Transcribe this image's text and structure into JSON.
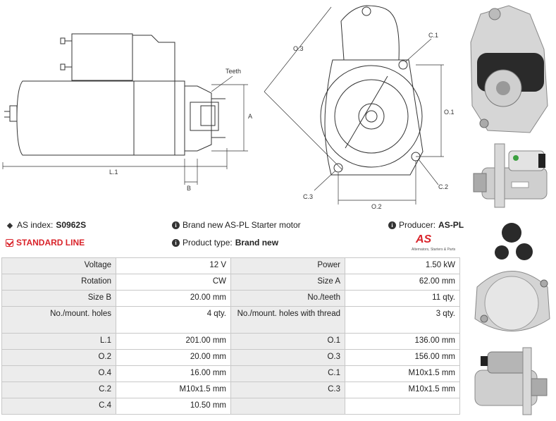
{
  "drawing": {
    "side_labels": {
      "teeth": "Teeth",
      "a": "A",
      "l1": "L.1",
      "b": "B"
    },
    "front_labels": {
      "o3": "O.3",
      "c1": "C.1",
      "o1": "O.1",
      "c3": "C.3",
      "c2": "C.2",
      "o2": "O.2"
    }
  },
  "info": {
    "as_index_label": "AS index:",
    "as_index_value": "S0962S",
    "standard_line": "STANDARD LINE",
    "description": "Brand new AS-PL Starter motor",
    "product_type_label": "Product type:",
    "product_type_value": "Brand new",
    "producer_label": "Producer:",
    "producer_value": "AS-PL"
  },
  "logo": {
    "mark": "AS",
    "tagline": "Alternators, Starters & Parts"
  },
  "specs": {
    "rows": [
      {
        "l1": "Voltage",
        "v1": "12 V",
        "l2": "Power",
        "v2": "1.50 kW"
      },
      {
        "l1": "Rotation",
        "v1": "CW",
        "l2": "Size A",
        "v2": "62.00 mm"
      },
      {
        "l1": "Size B",
        "v1": "20.00 mm",
        "l2": "No./teeth",
        "v2": "11 qty."
      },
      {
        "l1": "No./mount. holes",
        "v1": "4 qty.",
        "l2": "No./mount. holes with thread",
        "v2": "3 qty."
      },
      {
        "l1": "L.1",
        "v1": "201.00 mm",
        "l2": "O.1",
        "v2": "136.00 mm"
      },
      {
        "l1": "O.2",
        "v1": "20.00 mm",
        "l2": "O.3",
        "v2": "156.00 mm"
      },
      {
        "l1": "O.4",
        "v1": "16.00 mm",
        "l2": "C.1",
        "v2": "M10x1.5 mm"
      },
      {
        "l1": "C.2",
        "v1": "M10x1.5 mm",
        "l2": "C.3",
        "v2": "M10x1.5 mm"
      },
      {
        "l1": "C.4",
        "v1": "10.50 mm",
        "l2": "",
        "v2": ""
      }
    ]
  },
  "colors": {
    "brand_red": "#d9232a",
    "label_bg": "#ececec",
    "border": "#c8c8c8"
  }
}
